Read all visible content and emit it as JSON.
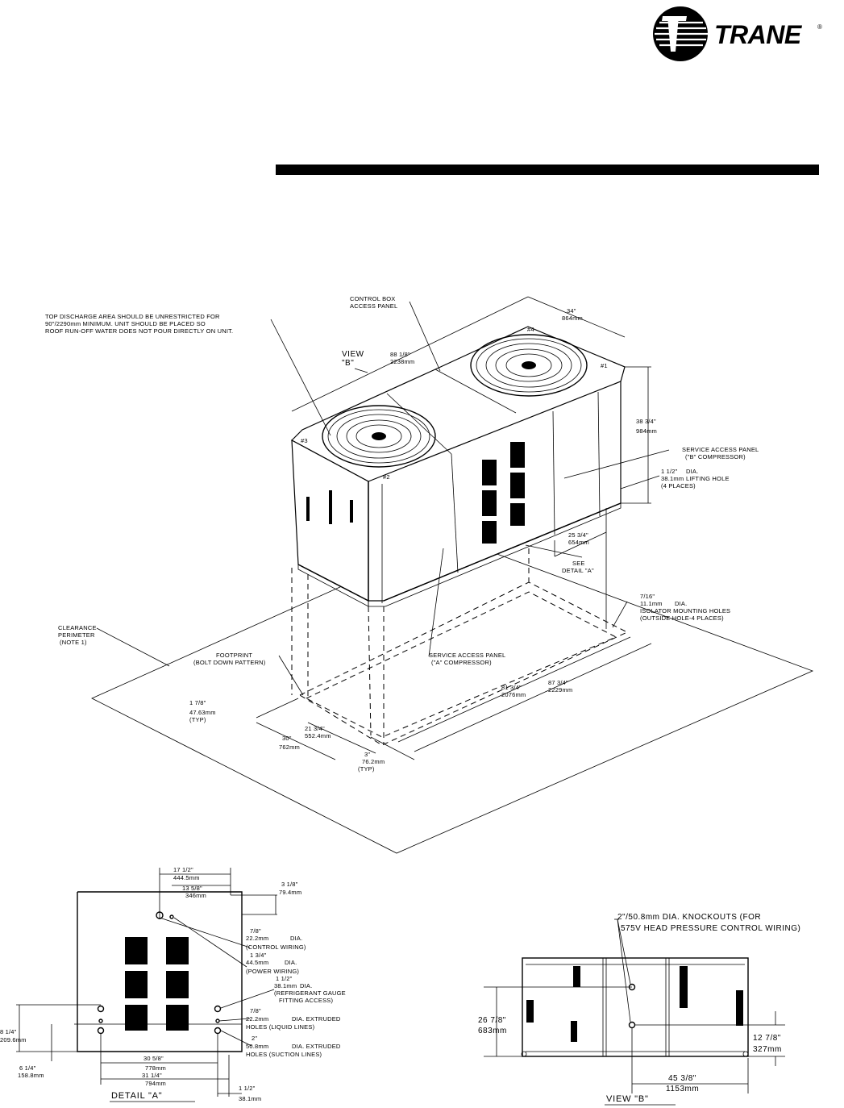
{
  "brand": {
    "name": "TRANE",
    "registered": "®"
  },
  "iso": {
    "note_top": [
      "TOP DISCHARGE AREA SHOULD BE UNRESTRICTED FOR",
      "90\"/2290mm MINIMUM. UNIT SHOULD BE PLACED SO",
      "ROOF RUN-OFF WATER DOES NOT POUR DIRECTLY ON UNIT."
    ],
    "control_box": [
      "CONTROL BOX",
      "ACCESS PANEL"
    ],
    "view_b": [
      "VIEW",
      "\"B\""
    ],
    "dim_88": [
      "88 1/8\"",
      "2238mm"
    ],
    "dim_34": [
      "34\"",
      "864mm"
    ],
    "dim_38": [
      "38 3/4\"",
      "984mm"
    ],
    "mark_4": "#4",
    "mark_1": "#1",
    "mark_3": "#3",
    "mark_2": "#2",
    "service_b": [
      "SERVICE ACCESS PANEL",
      "(\"B\" COMPRESSOR)"
    ],
    "lifting": [
      "1 1/2\"",
      "38.1mm",
      "DIA.",
      "LIFTING HOLE",
      "(4 PLACES)"
    ],
    "dim_25": [
      "25 3/4\"",
      "654mm"
    ],
    "see_detail": [
      "SEE",
      "DETAIL \"A\""
    ],
    "isolator": [
      "7/16\"",
      "11.1mm",
      "DIA.",
      "ISOLATOR MOUNTING HOLES",
      "(OUTSIDE HOLE-4 PLACES)"
    ],
    "clearance": [
      "CLEARANCE",
      "PERIMETER",
      "(NOTE 1)"
    ],
    "footprint": [
      "FOOTPRINT",
      "(BOLT DOWN PATTERN)"
    ],
    "service_a": [
      "SERVICE ACCESS PANEL",
      "(\"A\" COMPRESSOR)"
    ],
    "dim_87": [
      "87 3/4\"",
      "2229mm"
    ],
    "dim_81": [
      "81 3/4\"",
      "2076mm"
    ],
    "dim_1_7_8": [
      "1 7/8\"",
      "47.63mm",
      "(TYP)"
    ],
    "dim_21": [
      "21 3/4\"",
      "552.4mm"
    ],
    "dim_30": [
      "30\"",
      "762mm"
    ],
    "dim_3": [
      "3\"",
      "76.2mm",
      "(TYP)"
    ]
  },
  "detail_a": {
    "title": "DETAIL \"A\"",
    "d17": [
      "17 1/2\"",
      "444.5mm"
    ],
    "d13": [
      "13 5/8\"",
      "346mm"
    ],
    "d3": [
      "3 1/8\"",
      "79.4mm"
    ],
    "d78": [
      "7/8\"",
      "22.2mm",
      "DIA.",
      "(CONTROL WIRING)"
    ],
    "d134": [
      "1 3/4\"",
      "44.5mm",
      "DIA.",
      "(POWER WIRING)"
    ],
    "d112": [
      "1 1/2\"",
      "38.1mm",
      "DIA.",
      "(REFRIGERANT GAUGE",
      "FITTING ACCESS)"
    ],
    "d78b": [
      "7/8\"",
      "22.2mm",
      "DIA. EXTRUDED",
      "HOLES (LIQUID LINES)"
    ],
    "d2": [
      "2\"",
      "50.8mm",
      "DIA. EXTRUDED",
      "HOLES (SUCTION LINES)"
    ],
    "d814": [
      "8 1/4\"",
      "209.6mm"
    ],
    "d614": [
      "6 1/4\"",
      "158.8mm"
    ],
    "d30": [
      "30 5/8\"",
      "778mm"
    ],
    "d31": [
      "31 1/4\"",
      "794mm"
    ],
    "d1b": [
      "1 1/2\"",
      "38.1mm"
    ]
  },
  "view_b_elev": {
    "title": "VIEW \"B\"",
    "knockouts": [
      "2\"/50.8mm DIA. KNOCKOUTS (FOR",
      "575V HEAD PRESSURE CONTROL WIRING)"
    ],
    "d26": [
      "26 7/8\"",
      "683mm"
    ],
    "d12": [
      "12 7/8\"",
      "327mm"
    ],
    "d45": [
      "45 3/8\"",
      "1153mm"
    ]
  }
}
